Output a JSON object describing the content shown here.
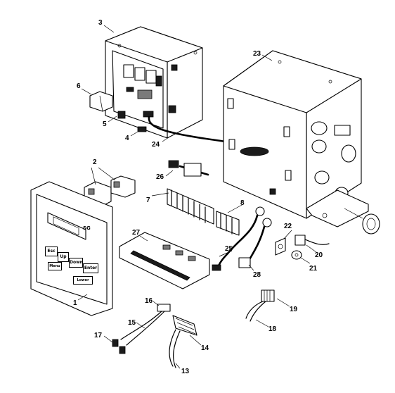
{
  "diagram": {
    "callouts": [
      {
        "id": "1",
        "text": "1"
      },
      {
        "id": "2",
        "text": "2"
      },
      {
        "id": "3",
        "text": "3"
      },
      {
        "id": "4",
        "text": "4"
      },
      {
        "id": "5",
        "text": "5"
      },
      {
        "id": "6",
        "text": "6"
      },
      {
        "id": "7",
        "text": "7"
      },
      {
        "id": "8",
        "text": "8"
      },
      {
        "id": "13",
        "text": "13"
      },
      {
        "id": "14",
        "text": "14"
      },
      {
        "id": "15",
        "text": "15"
      },
      {
        "id": "16",
        "text": "16"
      },
      {
        "id": "17",
        "text": "17"
      },
      {
        "id": "18",
        "text": "18"
      },
      {
        "id": "19",
        "text": "19"
      },
      {
        "id": "20",
        "text": "20"
      },
      {
        "id": "21",
        "text": "21"
      },
      {
        "id": "22",
        "text": "22"
      },
      {
        "id": "23",
        "text": "23"
      },
      {
        "id": "24",
        "text": "24"
      },
      {
        "id": "25",
        "text": "25"
      },
      {
        "id": "26",
        "text": "26"
      },
      {
        "id": "27",
        "text": "27"
      },
      {
        "id": "28",
        "text": "28"
      }
    ],
    "keypad": {
      "brand": "SG",
      "keys": [
        "Esc",
        "Up",
        "Down",
        "Enter",
        "Menu",
        "Lower"
      ]
    }
  }
}
